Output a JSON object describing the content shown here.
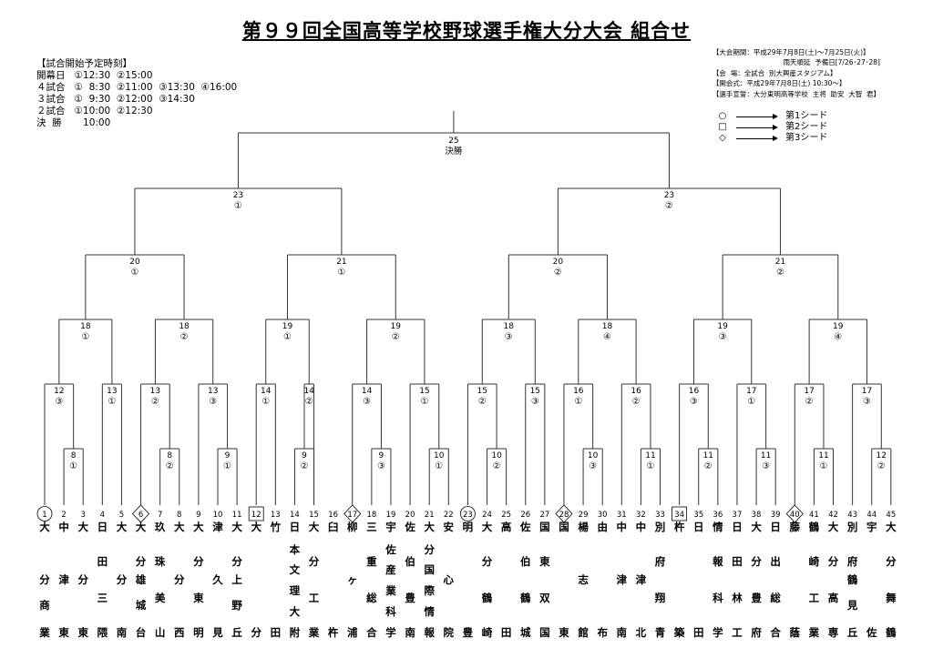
{
  "title": "第９９回全国高等学校野球選手権大分大会 組合せ",
  "schedule": {
    "heading": "【試合開始予定時刻】",
    "rows": [
      "開幕日   ①12:30  ②15:00",
      "４試合   ①  8:30  ②11:00  ③13:30  ④16:00",
      "３試合   ①  9:30  ②12:00  ③14:30",
      "２試合   ①10:00  ②12:30",
      "決  勝       10:00"
    ]
  },
  "info": [
    {
      "text": "【大会期間：平成29年7月8日(土)～7月25日(火)】",
      "align": "left"
    },
    {
      "text": "雨天順延  予備日[7/26･27･28]",
      "align": "right"
    },
    {
      "text": "【会  場：全試合  別大興産スタジアム】",
      "align": "left"
    },
    {
      "text": "【開会式：平成29年7月8日(土) 10:30～】",
      "align": "left"
    },
    {
      "text": "【選手宣誓：大分東明高等学校  主将  助安  大智  君】",
      "align": "left"
    }
  ],
  "legend": [
    {
      "symbol": "○",
      "label": "第1シード"
    },
    {
      "symbol": "□",
      "label": "第2シード"
    },
    {
      "symbol": "◇",
      "label": "第3シード"
    }
  ],
  "final": {
    "num": "25",
    "label": "決勝"
  },
  "teams": [
    {
      "n": "1",
      "seed": "circle",
      "name": [
        "大",
        "分",
        "",
        "商",
        "業"
      ]
    },
    {
      "n": "2",
      "name": [
        "中",
        "津",
        "",
        "",
        "東"
      ]
    },
    {
      "n": "3",
      "name": [
        "大",
        "分",
        "",
        "",
        "東"
      ]
    },
    {
      "n": "4",
      "name": [
        "日",
        "田",
        "三",
        "",
        "隈"
      ]
    },
    {
      "n": "5",
      "name": [
        "大",
        "分",
        "",
        "",
        "南"
      ]
    },
    {
      "n": "6",
      "seed": "diamond",
      "name": [
        "大",
        "分",
        "雄",
        "城",
        "台"
      ]
    },
    {
      "n": "7",
      "name": [
        "玖",
        "珠",
        "美",
        "",
        "山"
      ]
    },
    {
      "n": "8",
      "name": [
        "大",
        "分",
        "",
        "",
        "西"
      ]
    },
    {
      "n": "9",
      "name": [
        "大",
        "分",
        "東",
        "",
        "明"
      ]
    },
    {
      "n": "10",
      "name": [
        "津",
        "久",
        "",
        "",
        "見"
      ]
    },
    {
      "n": "11",
      "name": [
        "大",
        "分",
        "上",
        "野",
        "丘"
      ]
    },
    {
      "n": "12",
      "seed": "square",
      "name": [
        "大",
        "",
        "",
        "",
        "分"
      ]
    },
    {
      "n": "13",
      "name": [
        "竹",
        "",
        "",
        "",
        "田"
      ]
    },
    {
      "n": "14",
      "name": [
        "日",
        "本",
        "文",
        "理",
        "大",
        "附"
      ]
    },
    {
      "n": "15",
      "name": [
        "大",
        "分",
        "工",
        "",
        "業"
      ]
    },
    {
      "n": "16",
      "name": [
        "臼",
        "",
        "",
        "",
        "杵"
      ]
    },
    {
      "n": "17",
      "seed": "diamond",
      "name": [
        "柳",
        "ヶ",
        "",
        "",
        "浦"
      ]
    },
    {
      "n": "18",
      "name": [
        "三",
        "重",
        "総",
        "",
        "合"
      ]
    },
    {
      "n": "19",
      "name": [
        "宇",
        "佐",
        "産",
        "業",
        "科",
        "学"
      ]
    },
    {
      "n": "20",
      "name": [
        "佐",
        "伯",
        "豊",
        "",
        "南"
      ]
    },
    {
      "n": "21",
      "name": [
        "大",
        "分",
        "国",
        "際",
        "情",
        "報"
      ]
    },
    {
      "n": "22",
      "name": [
        "安",
        "心",
        "",
        "",
        "院"
      ]
    },
    {
      "n": "23",
      "seed": "circle",
      "name": [
        "明",
        "",
        "",
        "",
        "豊"
      ]
    },
    {
      "n": "24",
      "name": [
        "大",
        "分",
        "鶴",
        "",
        "崎"
      ]
    },
    {
      "n": "25",
      "name": [
        "高",
        "",
        "",
        "",
        "田"
      ]
    },
    {
      "n": "26",
      "name": [
        "佐",
        "伯",
        "鶴",
        "",
        "城"
      ]
    },
    {
      "n": "27",
      "name": [
        "国",
        "東",
        "双",
        "",
        "国"
      ]
    },
    {
      "n": "28",
      "seed": "diamond",
      "name": [
        "国",
        "",
        "",
        "",
        "東"
      ]
    },
    {
      "n": "29",
      "name": [
        "楊",
        "志",
        "",
        "",
        "館"
      ]
    },
    {
      "n": "30",
      "name": [
        "由",
        "",
        "",
        "",
        "布"
      ]
    },
    {
      "n": "31",
      "name": [
        "中",
        "津",
        "",
        "",
        "南"
      ]
    },
    {
      "n": "32",
      "name": [
        "中",
        "津",
        "",
        "",
        "北"
      ]
    },
    {
      "n": "33",
      "name": [
        "別",
        "府",
        "翔",
        "",
        "青"
      ]
    },
    {
      "n": "34",
      "seed": "square",
      "name": [
        "杵",
        "",
        "",
        "",
        "築"
      ]
    },
    {
      "n": "35",
      "name": [
        "日",
        "",
        "",
        "",
        "田"
      ]
    },
    {
      "n": "36",
      "name": [
        "情",
        "報",
        "科",
        "",
        "学"
      ]
    },
    {
      "n": "37",
      "name": [
        "日",
        "田",
        "林",
        "",
        "工"
      ]
    },
    {
      "n": "38",
      "name": [
        "大",
        "分",
        "豊",
        "",
        "府"
      ]
    },
    {
      "n": "39",
      "name": [
        "日",
        "出",
        "総",
        "",
        "合"
      ]
    },
    {
      "n": "40",
      "seed": "diamond",
      "name": [
        "藤",
        "",
        "",
        "",
        "蔭"
      ]
    },
    {
      "n": "41",
      "name": [
        "鶴",
        "崎",
        "工",
        "",
        "業"
      ]
    },
    {
      "n": "42",
      "name": [
        "大",
        "分",
        "高",
        "",
        "専"
      ]
    },
    {
      "n": "43",
      "name": [
        "別",
        "府",
        "鶴",
        "見",
        "丘"
      ]
    },
    {
      "n": "44",
      "name": [
        "宇",
        "",
        "",
        "",
        "佐"
      ]
    },
    {
      "n": "45",
      "name": [
        "大",
        "分",
        "舞",
        "",
        "鶴"
      ]
    }
  ],
  "left_bracket": [
    {
      "l1": {
        "num": "12",
        "slot": "③",
        "teams": [
          "1",
          {
            "num": "8",
            "slot": "①",
            "teams": [
              "2",
              "3"
            ]
          }
        ]
      },
      "l2": {
        "num": "13",
        "slot": "①",
        "teams": [
          "4",
          "5"
        ]
      },
      "n18": {
        "num": "18",
        "slot": "①"
      }
    },
    {
      "l1": {
        "num": "13",
        "slot": "②",
        "teams": [
          "6",
          {
            "num": "8",
            "slot": "②",
            "teams": [
              "7",
              "8"
            ]
          }
        ]
      },
      "l2": {
        "num": "13",
        "slot": "③",
        "teams": [
          "9",
          {
            "num": "9",
            "slot": "①",
            "teams": [
              "10",
              "11"
            ]
          }
        ]
      },
      "n18": {
        "num": "18",
        "slot": "②"
      }
    }
  ],
  "rounds": {
    "semi_left": {
      "num": "23",
      "slot": "①"
    },
    "semi_right": {
      "num": "23",
      "slot": "②"
    },
    "q1": {
      "num": "20",
      "slot": "①"
    },
    "q2": {
      "num": "21",
      "slot": "①"
    },
    "q3": {
      "num": "20",
      "slot": "②"
    },
    "q4": {
      "num": "21",
      "slot": "②"
    },
    "r1": {
      "num": "18",
      "slot": "①"
    },
    "r2": {
      "num": "18",
      "slot": "②"
    },
    "r3": {
      "num": "19",
      "slot": "①"
    },
    "r4": {
      "num": "19",
      "slot": "②"
    },
    "r5": {
      "num": "18",
      "slot": "③"
    },
    "r6": {
      "num": "18",
      "slot": "④"
    },
    "r7": {
      "num": "19",
      "slot": "③"
    },
    "r8": {
      "num": "19",
      "slot": "④"
    },
    "s": [
      {
        "num": "12",
        "slot": "③"
      },
      {
        "num": "13",
        "slot": "①"
      },
      {
        "num": "13",
        "slot": "②"
      },
      {
        "num": "13",
        "slot": "③"
      },
      {
        "num": "14",
        "slot": "①"
      },
      {
        "num": "14",
        "slot": "②"
      },
      {
        "num": "14",
        "slot": "③"
      },
      {
        "num": "15",
        "slot": "①"
      },
      {
        "num": "15",
        "slot": "②"
      },
      {
        "num": "15",
        "slot": "③"
      },
      {
        "num": "16",
        "slot": "①"
      },
      {
        "num": "16",
        "slot": "②"
      },
      {
        "num": "16",
        "slot": "③"
      },
      {
        "num": "17",
        "slot": "①"
      },
      {
        "num": "17",
        "slot": "②"
      },
      {
        "num": "17",
        "slot": "③"
      }
    ],
    "p": [
      {
        "num": "8",
        "slot": "①"
      },
      {
        "num": "8",
        "slot": "②"
      },
      {
        "num": "9",
        "slot": "①"
      },
      {
        "num": "9",
        "slot": "②"
      },
      {
        "num": "9",
        "slot": "③"
      },
      {
        "num": "10",
        "slot": "①"
      },
      {
        "num": "10",
        "slot": "②"
      },
      {
        "num": "10",
        "slot": "③"
      },
      {
        "num": "11",
        "slot": "①"
      },
      {
        "num": "11",
        "slot": "②"
      },
      {
        "num": "11",
        "slot": "③"
      },
      {
        "num": "11",
        "slot": "①"
      },
      {
        "num": "12",
        "slot": "②"
      }
    ]
  }
}
